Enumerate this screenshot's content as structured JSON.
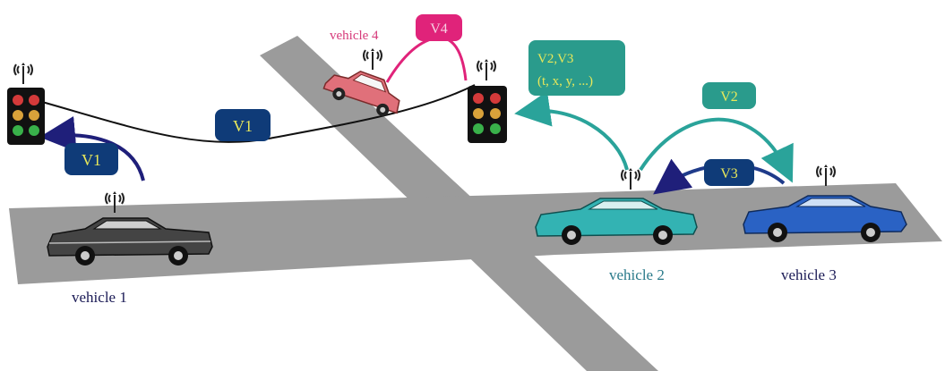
{
  "vehicles": [
    {
      "label": "vehicle 1",
      "color": "#444444"
    },
    {
      "label": "vehicle 2",
      "color": "#33b3b3"
    },
    {
      "label": "vehicle 3",
      "color": "#2a62c4"
    },
    {
      "label": "vehicle 4",
      "color": "#e0707a"
    }
  ],
  "messages": {
    "v1_to_light": "V1",
    "v1_relay": "V1",
    "v4": "V4",
    "v2v3_line1": "V2,V3",
    "v2v3_line2": "(t, x, y, ...)",
    "v2": "V2",
    "v3": "V3"
  },
  "colors": {
    "road": "#9b9b9b",
    "navy_box": "#0f3b78",
    "teal_box": "#2a9b8c",
    "pink": "#e0237a",
    "arrow_navy": "#1f1f7a",
    "arrow_teal": "#2aa39a",
    "label_navy": "#1a1a55",
    "label_teal": "#2a7a8a",
    "label_pink": "#d63a7a",
    "box_text_yellow": "#e8e85a"
  },
  "icons": [
    "antenna-icon",
    "traffic-light-icon",
    "car-icon"
  ]
}
